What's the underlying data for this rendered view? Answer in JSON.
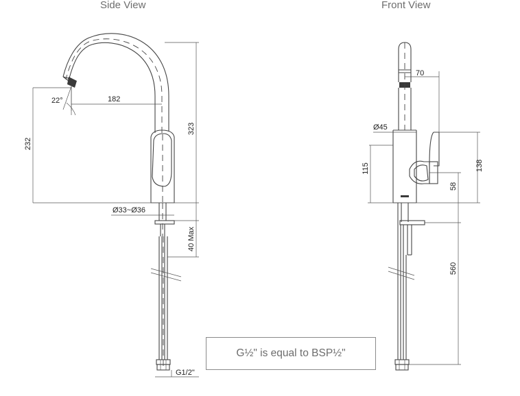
{
  "views": {
    "side": {
      "title": "Side View",
      "dims": {
        "spout_angle": "22°",
        "spout_reach": "182",
        "total_height": "323",
        "spout_height": "232",
        "hole_diameter": "Ø33~Ø36",
        "deck_thickness": "40 Max",
        "thread": "G1/2\""
      }
    },
    "front": {
      "title": "Front View",
      "dims": {
        "spout_tip_offset": "70",
        "body_diameter": "Ø45",
        "body_height": "115",
        "lever_height": "138",
        "lever_axis_height": "58",
        "hose_length": "560"
      }
    }
  },
  "note": "G½\" is equal to BSP½\""
}
